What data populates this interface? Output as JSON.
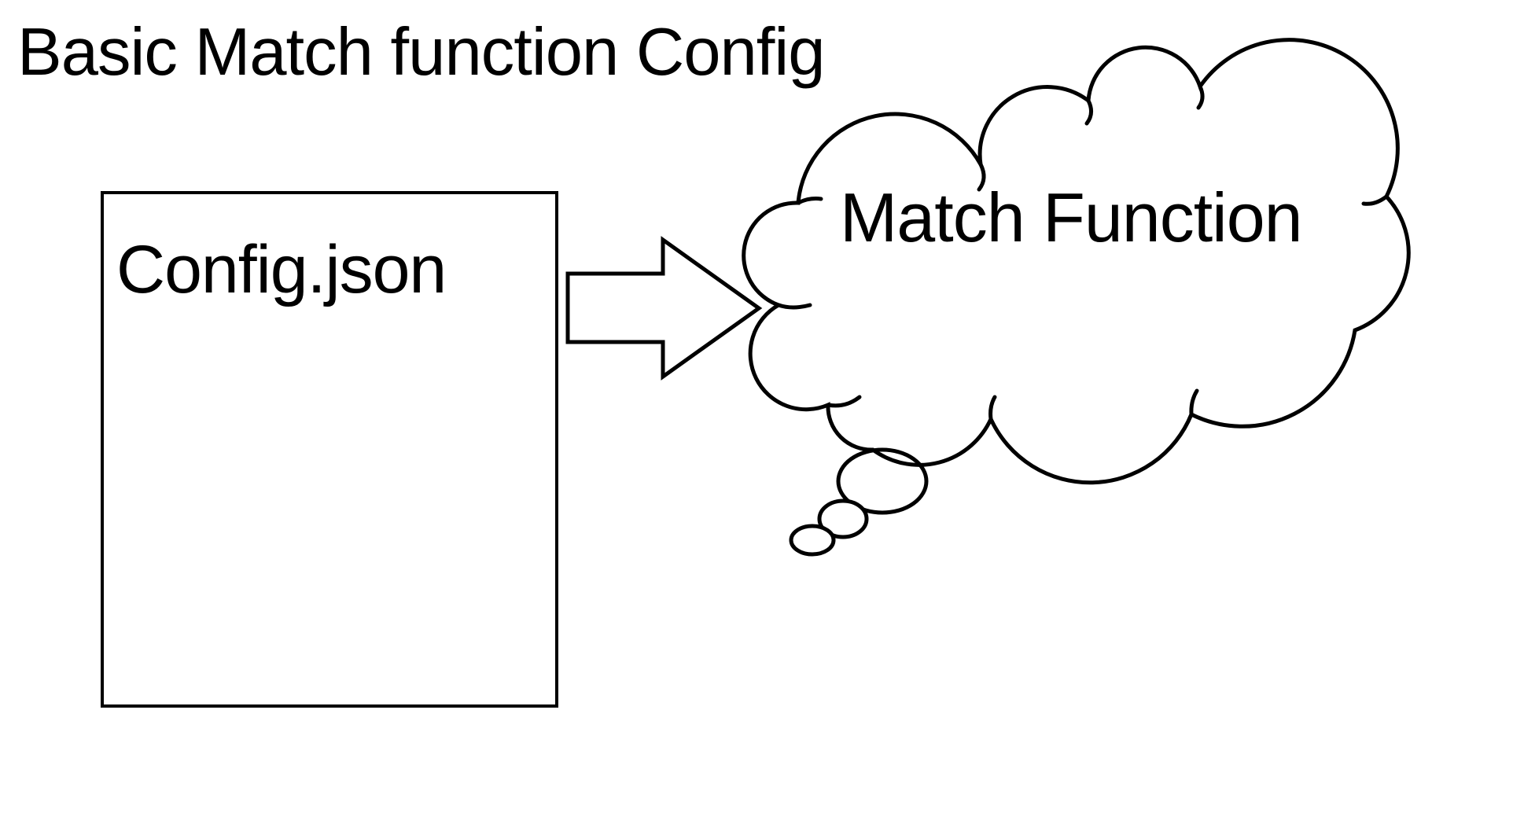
{
  "canvas": {
    "background_color": "#ffffff",
    "ink_color": "#000000"
  },
  "diagram": {
    "title": "Basic Match function Config",
    "config_box": {
      "shape": "rectangle",
      "label": "Config.json"
    },
    "arrow": {
      "icon": "right-block-arrow",
      "direction": "right"
    },
    "cloud": {
      "icon": "thought-bubble-cloud",
      "label": "Match Function",
      "trail_bubbles": 3
    }
  }
}
